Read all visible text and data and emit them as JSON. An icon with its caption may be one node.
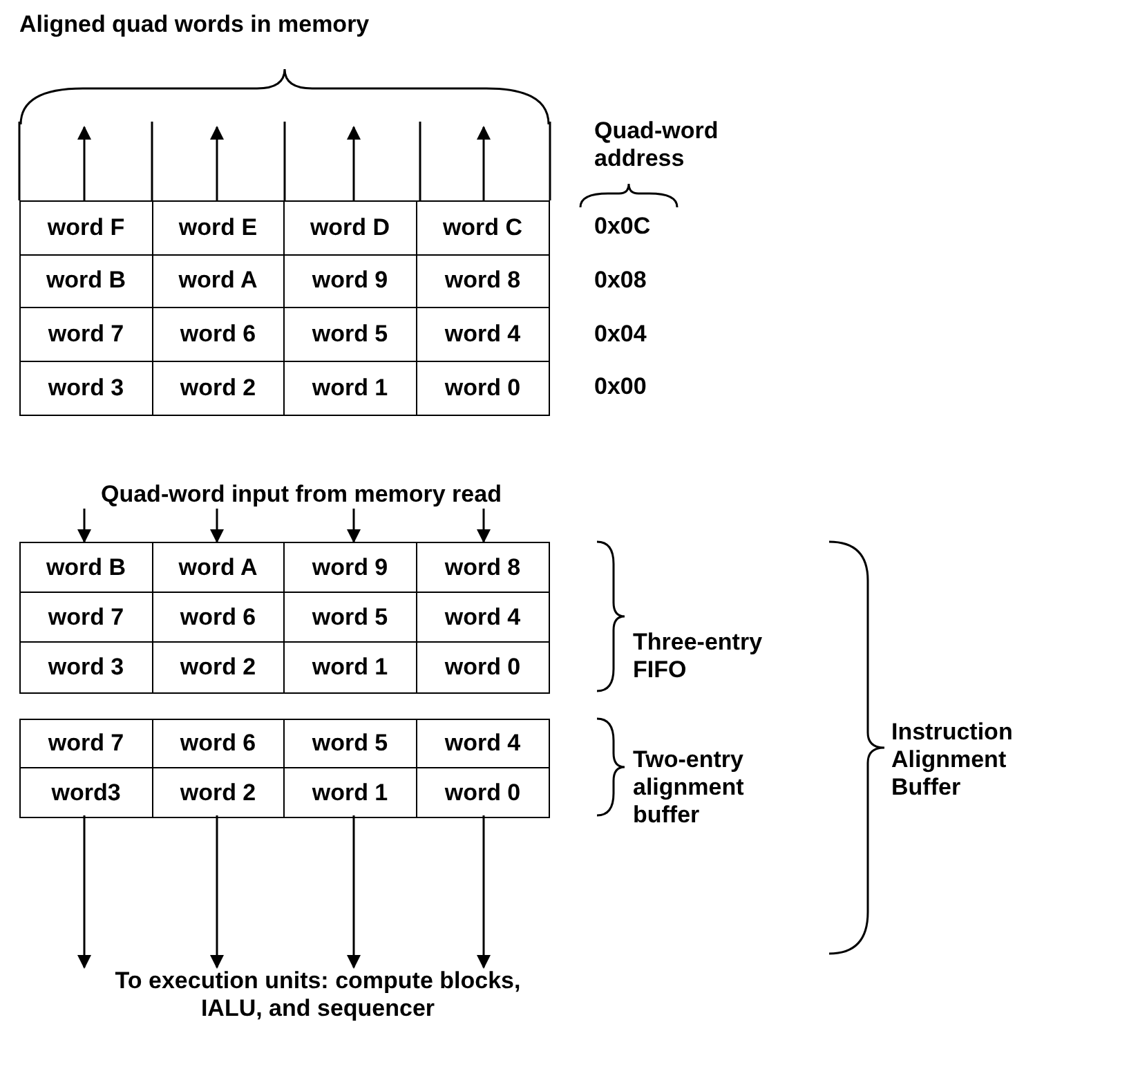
{
  "diagram": {
    "nodes": [
      {
        "text": [
          "Aligned quad words in memory"
        ]
      },
      {
        "text": [
          "word F",
          "word E",
          "word D",
          "word C",
          "word B",
          "word A",
          "word 9",
          "word 8",
          "word 7",
          "word 6",
          "word 5",
          "word 4",
          "word 3",
          "word 2",
          "word 1",
          "word 0"
        ]
      },
      {
        "text": [
          "Quad-word input from memory read"
        ]
      },
      {
        "text": [
          "word B",
          "word A",
          "word 9",
          "word 8",
          "word 7",
          "word 6",
          "word 5",
          "word 4",
          "word 3",
          "word 2",
          "word 1",
          "word 0"
        ],
        "beside": [
          "Three-entry FIFO"
        ]
      },
      {
        "text": [
          "word 7",
          "word 6",
          "word 5",
          "word 4",
          "word3",
          "word 2",
          "word 1",
          "word 0"
        ],
        "beside": [
          "Two-entry alignment buffer"
        ]
      },
      {
        "text": [
          "To execution units: compute blocks, IALU, and sequencer"
        ]
      }
    ],
    "edges": [
      {
        "from": 1,
        "to": 0,
        "arrow": "to"
      },
      {
        "from": 1,
        "to": 0,
        "arrow": "to"
      },
      {
        "from": 1,
        "to": 0,
        "arrow": "to"
      },
      {
        "from": 1,
        "to": 0,
        "arrow": "to"
      },
      {
        "from": 2,
        "to": 3,
        "arrow": "to"
      },
      {
        "from": 2,
        "to": 3,
        "arrow": "to"
      },
      {
        "from": 2,
        "to": 3,
        "arrow": "to"
      },
      {
        "from": 2,
        "to": 3,
        "arrow": "to"
      },
      {
        "from": 4,
        "to": 5,
        "arrow": "to"
      },
      {
        "from": 4,
        "to": 5,
        "arrow": "to"
      },
      {
        "from": 4,
        "to": 5,
        "arrow": "to"
      },
      {
        "from": 4,
        "to": 5,
        "arrow": "to"
      }
    ],
    "labels": [
      "Quad-word address",
      "0x0C",
      "0x08",
      "0x04",
      "0x00",
      "Instruction Alignment Buffer"
    ]
  }
}
